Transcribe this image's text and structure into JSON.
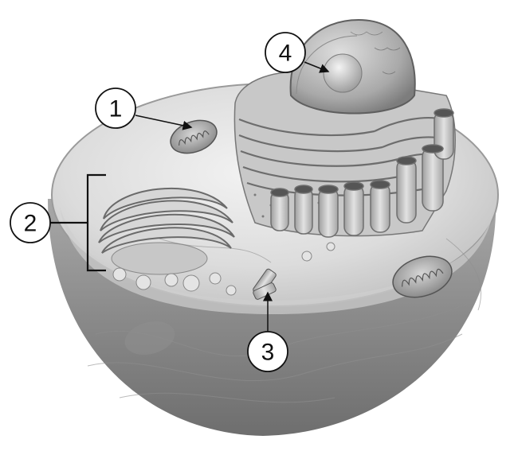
{
  "labels": [
    {
      "id": "1",
      "text": "1"
    },
    {
      "id": "2",
      "text": "2"
    },
    {
      "id": "3",
      "text": "3"
    },
    {
      "id": "4",
      "text": "4"
    }
  ],
  "colors": {
    "background": "#ffffff",
    "cell_light": "#e9e9e9",
    "cell_mid": "#bdbdbd",
    "cell_dark": "#7a7a7a",
    "outline": "#111111"
  }
}
